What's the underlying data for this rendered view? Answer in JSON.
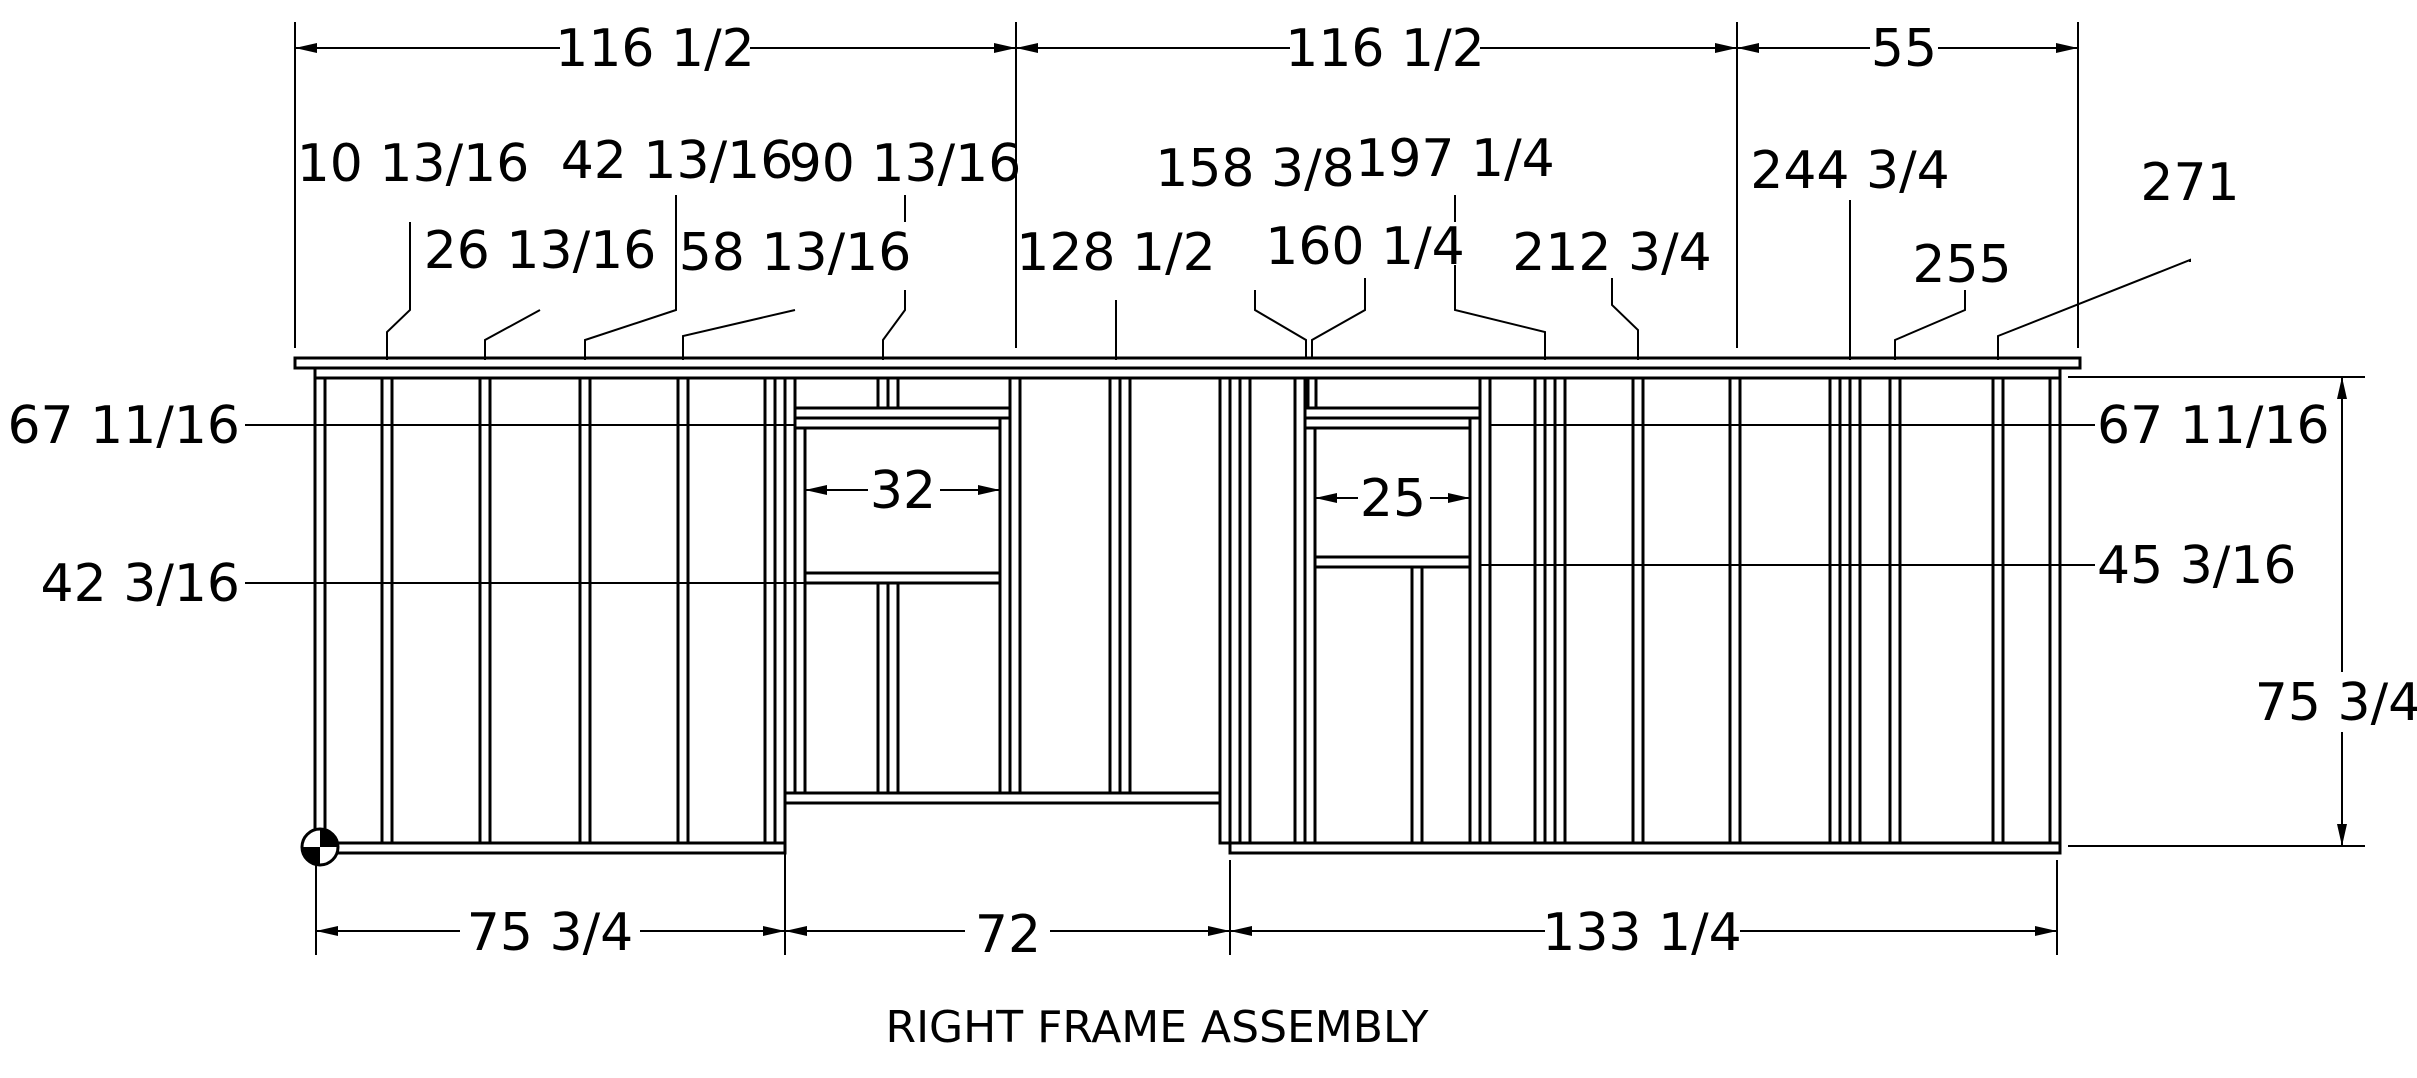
{
  "title": "RIGHT FRAME ASSEMBLY",
  "top_dimensions": {
    "overall_segments": [
      "116 1/2",
      "116 1/2",
      "55"
    ],
    "stud_positions": [
      "10 13/16",
      "26 13/16",
      "42 13/16",
      "58 13/16",
      "90 13/16",
      "128 1/2",
      "158 3/8",
      "160 1/4",
      "197 1/4",
      "212 3/4",
      "244 3/4",
      "255",
      "271"
    ]
  },
  "window_1": {
    "width": "32",
    "head_height": "67 11/16",
    "sill_height": "42 3/16"
  },
  "window_2": {
    "width": "25",
    "head_height": "67 11/16",
    "sill_height": "45 3/16"
  },
  "wall_height": "75 3/4",
  "bottom_dimensions": [
    "75 3/4",
    "72",
    "133 1/4"
  ]
}
